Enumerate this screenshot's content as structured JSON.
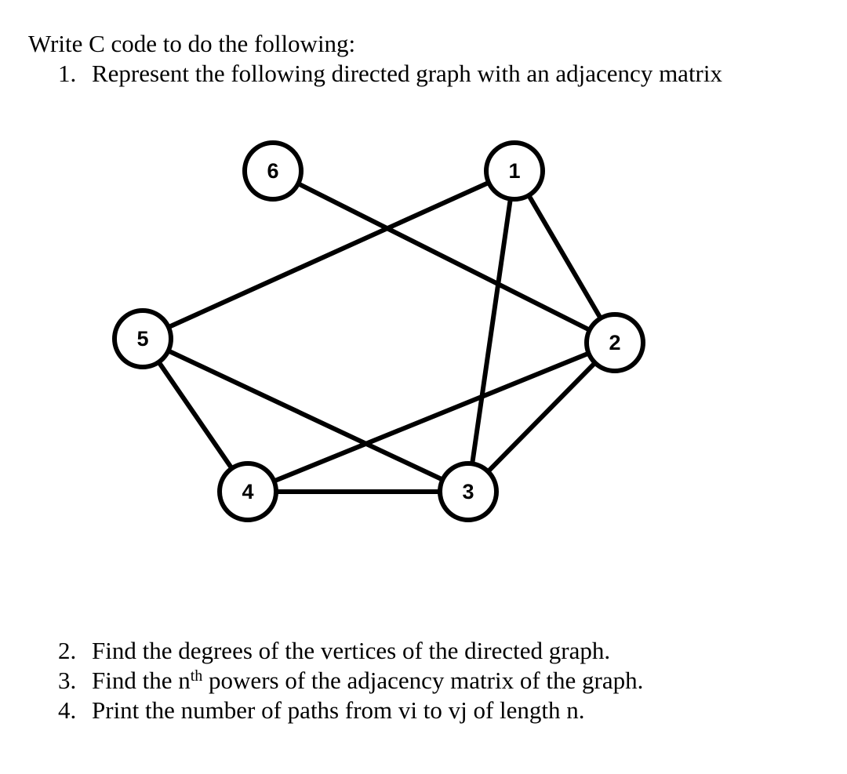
{
  "intro": "Write C code to do the following:",
  "items": [
    {
      "num": "1.",
      "text": "Represent the following directed graph with an adjacency matrix"
    },
    {
      "num": "2.",
      "text": "Find the degrees of the vertices of the directed graph."
    },
    {
      "num": "3.",
      "pre": "Find the n",
      "sup": "th",
      "post": " powers of the adjacency matrix of the graph."
    },
    {
      "num": "4.",
      "text": "Print the number of paths from vi to vj of length n."
    }
  ],
  "graph": {
    "nodes": [
      "6",
      "1",
      "5",
      "2",
      "4",
      "3"
    ],
    "edges": [
      [
        "6",
        "2"
      ],
      [
        "1",
        "5"
      ],
      [
        "1",
        "2"
      ],
      [
        "1",
        "3"
      ],
      [
        "5",
        "3"
      ],
      [
        "5",
        "4"
      ],
      [
        "4",
        "2"
      ],
      [
        "4",
        "3"
      ],
      [
        "3",
        "2"
      ]
    ]
  }
}
